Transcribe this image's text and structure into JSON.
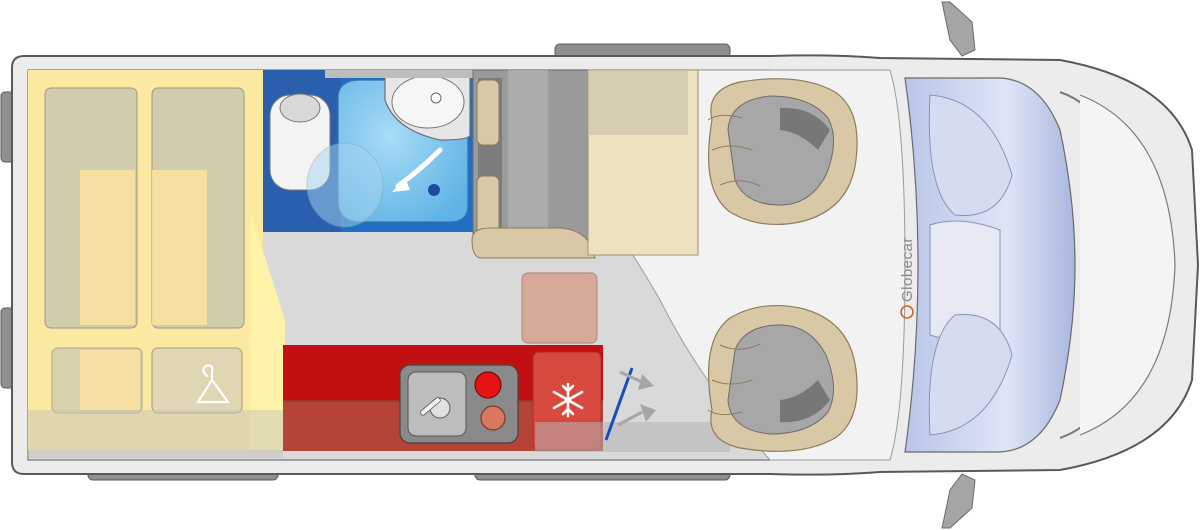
{
  "brand": {
    "label": "Globecar",
    "accent_color": "#d0651e"
  },
  "zones": {
    "rear_bed": {
      "name": "rear-bed",
      "color": "#fbe8a1"
    },
    "bathroom": {
      "name": "bathroom",
      "color": "#1e6fc4"
    },
    "shower": {
      "name": "shower-tray",
      "color": "#7dc4ee"
    },
    "kitchen": {
      "name": "kitchen-counter",
      "color": "#c20f12"
    },
    "fridge": {
      "name": "fridge",
      "color": "#d7483f"
    },
    "dinette": {
      "name": "dinette-bench",
      "color": "#9a9a9a"
    },
    "table": {
      "name": "dinette-table",
      "color": "#ede2c0"
    },
    "floor": {
      "name": "floor",
      "color": "#d9d9d9"
    },
    "cab": {
      "name": "driver-cab",
      "color": "#f0f0f0"
    }
  },
  "icons": {
    "wardrobe": "hanger-icon",
    "fridge": "snowflake-icon",
    "sink": "sink-icon",
    "stove": "stove-burners-icon",
    "door": "sliding-door-arrows-icon"
  }
}
